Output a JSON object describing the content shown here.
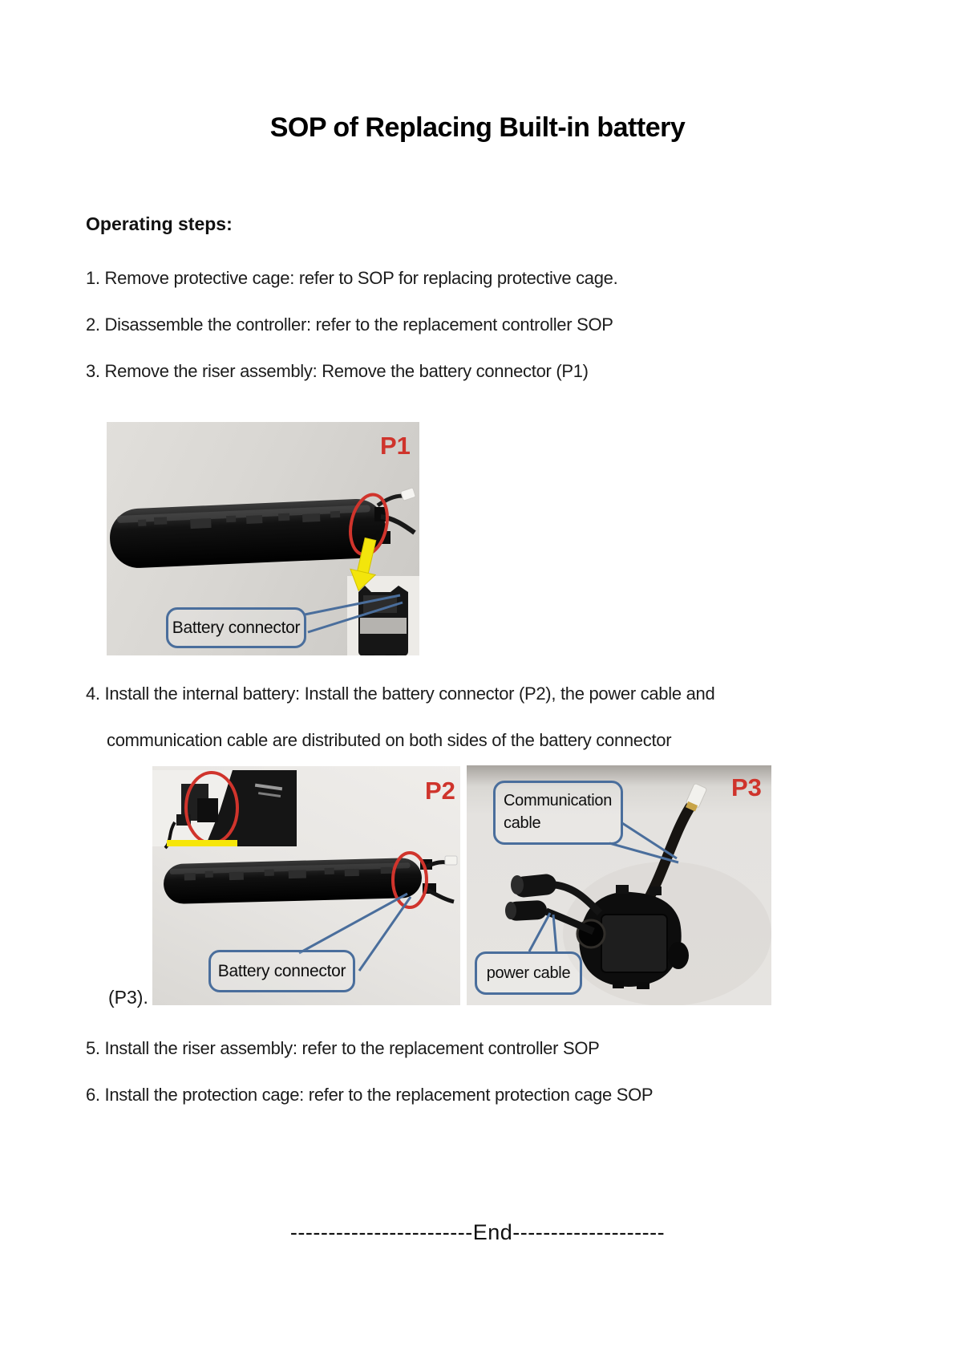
{
  "doc": {
    "title": "SOP of Replacing Built-in battery",
    "heading": "Operating steps:",
    "steps": {
      "s1": "1. Remove protective cage: refer to SOP for replacing protective cage.",
      "s2": "2. Disassemble the controller: refer to the replacement controller SOP",
      "s3": "3. Remove the riser assembly: Remove the battery connector (P1)",
      "s4a": "4. Install the internal battery: Install the battery connector (P2), the power cable and",
      "s4b": "communication cable are distributed on both sides of the battery connector",
      "s5": "5. Install the riser assembly: refer to the replacement controller SOP",
      "s6": "6. Install the protection cage: refer to the replacement protection cage SOP"
    },
    "p3_note": "(P3).",
    "end_line": "------------------------End--------------------"
  },
  "figure1": {
    "label": "P1",
    "callout": "Battery connector"
  },
  "figure2": {
    "label": "P2",
    "callout": "Battery connector"
  },
  "figure3": {
    "label": "P3",
    "callout_communication": "Communication cable",
    "callout_power": "power cable"
  },
  "colors": {
    "label_red": "#cf342c",
    "callout_blue": "#4a6e9c",
    "arrow_yellow": "#f3e50c"
  }
}
